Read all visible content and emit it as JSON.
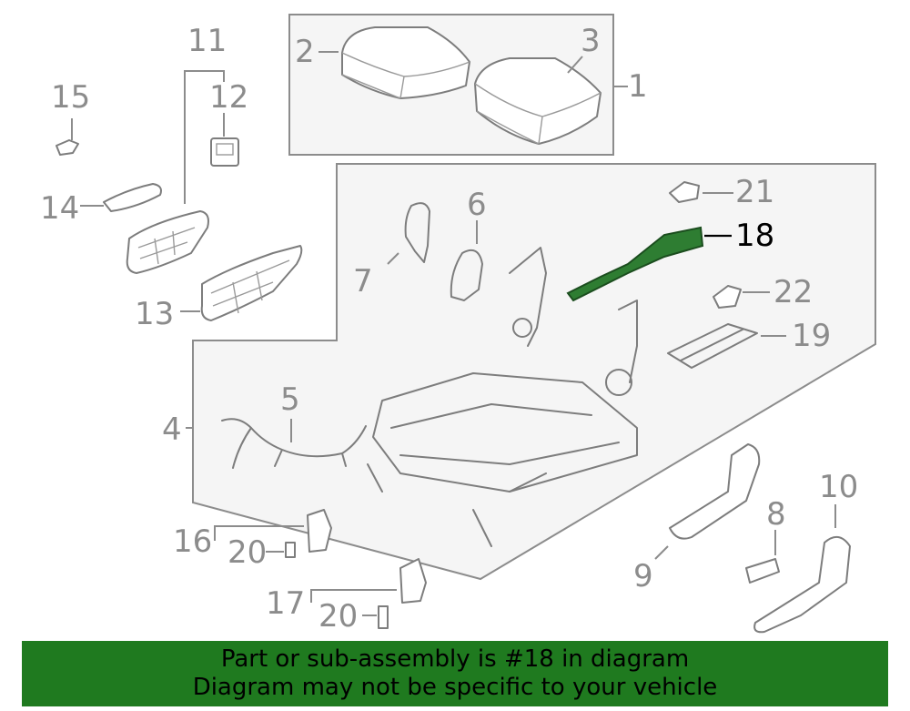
{
  "callouts": {
    "c1": "1",
    "c2": "2",
    "c3": "3",
    "c4": "4",
    "c5": "5",
    "c6": "6",
    "c7": "7",
    "c8": "8",
    "c9": "9",
    "c10": "10",
    "c11": "11",
    "c12": "12",
    "c13": "13",
    "c14": "14",
    "c15": "15",
    "c16": "16",
    "c17": "17",
    "c18": "18",
    "c19": "19",
    "c20a": "20",
    "c20b": "20",
    "c21": "21",
    "c22": "22"
  },
  "highlight": {
    "part_number": "18",
    "color": "#2e7d32"
  },
  "banner": {
    "line1": "Part or sub-assembly is #18 in diagram",
    "line2": "Diagram may not be specific to your vehicle",
    "background": "#1f7a1f"
  }
}
